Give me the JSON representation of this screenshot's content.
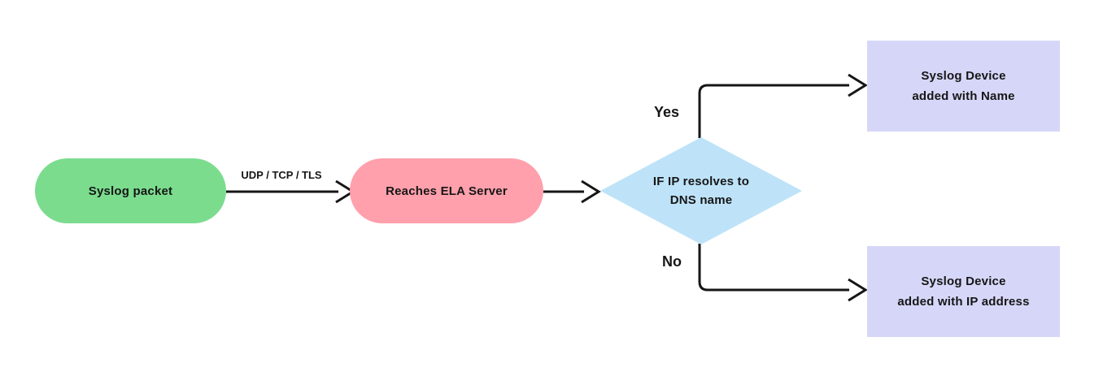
{
  "diagram": {
    "type": "flowchart",
    "background": "#ffffff",
    "line_color": "#161616",
    "text_color": "#161616",
    "nodes": {
      "start": {
        "label": "Syslog packet",
        "shape": "pill",
        "fill": "#7bdc8e"
      },
      "server": {
        "label": "Reaches ELA Server",
        "shape": "pill",
        "fill": "#ffa0ac"
      },
      "decision": {
        "lines": [
          "IF IP resolves to",
          "DNS name"
        ],
        "shape": "diamond",
        "fill": "#bee3f8"
      },
      "outcome_yes": {
        "lines": [
          "Syslog Device",
          "added with Name"
        ],
        "shape": "rectangle",
        "fill": "#d6d7f8"
      },
      "outcome_no": {
        "lines": [
          "Syslog Device",
          "added with IP address"
        ],
        "shape": "rectangle",
        "fill": "#d6d7f8"
      }
    },
    "edges": {
      "transport": {
        "label": "UDP / TCP / TLS",
        "from": "start",
        "to": "server"
      },
      "server_to_decision": {
        "label": "",
        "from": "server",
        "to": "decision"
      },
      "yes": {
        "label": "Yes",
        "from": "decision",
        "to": "outcome_yes"
      },
      "no": {
        "label": "No",
        "from": "decision",
        "to": "outcome_no"
      }
    }
  }
}
